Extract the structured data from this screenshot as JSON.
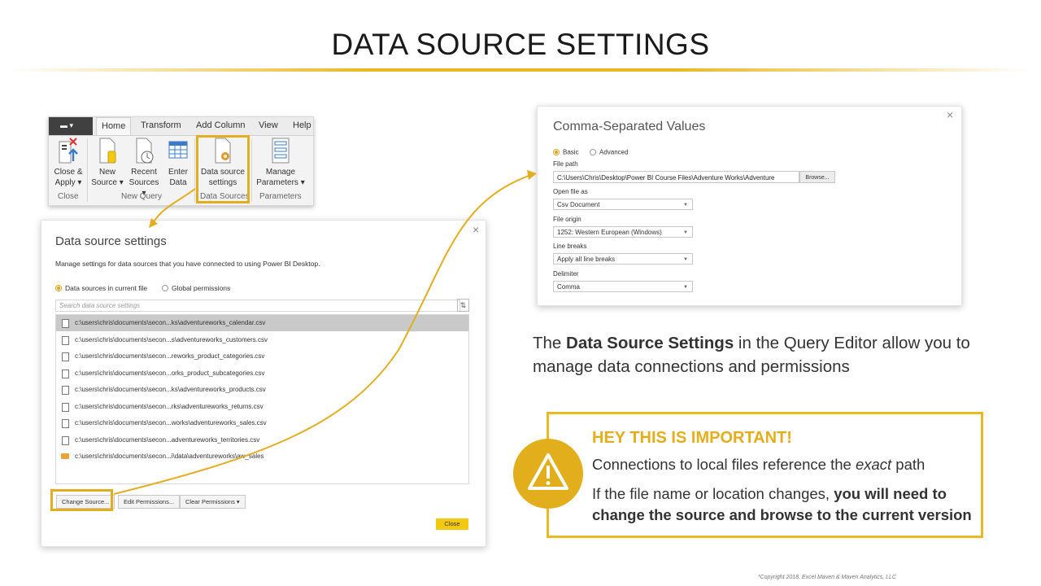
{
  "title": "DATA SOURCE SETTINGS",
  "ribbon": {
    "tabs": [
      "Home",
      "Transform",
      "Add Column",
      "View",
      "Help"
    ],
    "buttons": {
      "close_apply": [
        "Close &",
        "Apply ▾"
      ],
      "new_source": [
        "New",
        "Source ▾"
      ],
      "recent_sources": [
        "Recent",
        "Sources ▾"
      ],
      "enter_data": [
        "Enter",
        "Data"
      ],
      "data_source_settings": [
        "Data source",
        "settings"
      ],
      "manage_parameters": [
        "Manage",
        "Parameters ▾"
      ]
    },
    "groups": {
      "close": "Close",
      "new_query": "New Query",
      "data_sources": "Data Sources",
      "parameters": "Parameters"
    }
  },
  "ds_dialog": {
    "title": "Data source settings",
    "description": "Manage settings for data sources that you have connected to using Power BI Desktop.",
    "radio_current": "Data sources in current file",
    "radio_global": "Global permissions",
    "search_placeholder": "Search data source settings",
    "rows": [
      "c:\\users\\chris\\documents\\secon...ks\\adventureworks_calendar.csv",
      "c:\\users\\chris\\documents\\secon...s\\adventureworks_customers.csv",
      "c:\\users\\chris\\documents\\secon...reworks_product_categories.csv",
      "c:\\users\\chris\\documents\\secon...orks_product_subcategories.csv",
      "c:\\users\\chris\\documents\\secon...ks\\adventureworks_products.csv",
      "c:\\users\\chris\\documents\\secon...rks\\adventureworks_returns.csv",
      "c:\\users\\chris\\documents\\secon...works\\adventureworks_sales.csv",
      "c:\\users\\chris\\documents\\secon...adventureworks_territories.csv",
      "c:\\users\\chris\\documents\\secon...i\\data\\adventureworks\\aw_sales"
    ],
    "change_source": "Change Source...",
    "edit_permissions": "Edit Permissions...",
    "clear_permissions": "Clear Permissions ▾",
    "close": "Close"
  },
  "csv_dialog": {
    "title": "Comma-Separated Values",
    "radio_basic": "Basic",
    "radio_advanced": "Advanced",
    "file_path_label": "File path",
    "file_path_value": "C:\\Users\\Chris\\Desktop\\Power BI Course Files\\Adventure Works\\Adventure",
    "browse": "Browse...",
    "open_as_label": "Open file as",
    "open_as_value": "Csv Document",
    "origin_label": "File origin",
    "origin_value": "1252: Western European (Windows)",
    "line_breaks_label": "Line breaks",
    "line_breaks_value": "Apply all line breaks",
    "delimiter_label": "Delimiter",
    "delimiter_value": "Comma"
  },
  "description": {
    "pre": "The ",
    "bold": "Data Source Settings",
    "post": " in the Query Editor allow you to manage data connections and permissions"
  },
  "callout": {
    "heading": "HEY THIS IS IMPORTANT!",
    "line1_pre": "Connections to local files reference the ",
    "line1_em": "exact",
    "line1_post": " path",
    "line2_pre": "If the file name or location changes, ",
    "line2_bold": "you will need to change the source and browse to the current version"
  },
  "copyright": "*Copyright 2018, Excel Maven & Maven Analytics, LLC",
  "colors": {
    "accent": "#e3ae1c",
    "highlight_border": "#e2ad1f"
  },
  "icons": [
    "close-apply-icon",
    "new-source-icon",
    "recent-sources-icon",
    "enter-data-icon",
    "data-source-settings-icon",
    "manage-parameters-icon",
    "file-icon",
    "folder-icon",
    "warning-icon"
  ]
}
